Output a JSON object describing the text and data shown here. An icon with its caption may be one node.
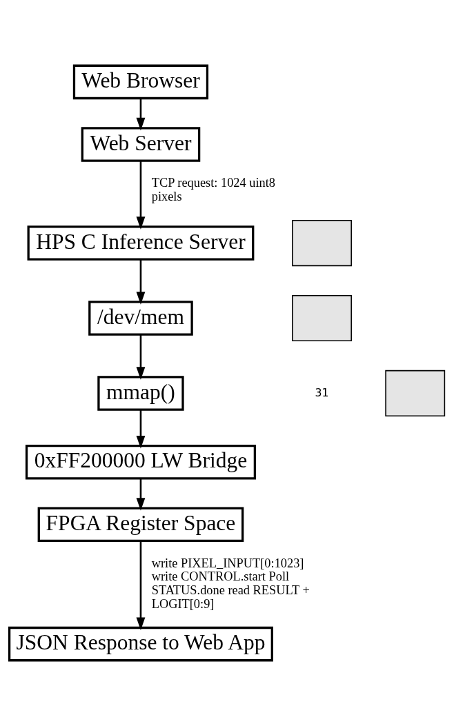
{
  "diagram": {
    "nodes": [
      {
        "text": [
          "Web Browser"
        ]
      },
      {
        "text": [
          "Web Server"
        ]
      },
      {
        "text": [
          "HPS C Inference Server"
        ]
      },
      {
        "text": [
          "/dev/mem"
        ]
      },
      {
        "text": [
          "mmap()"
        ]
      },
      {
        "text": [
          "0xFF200000 LW Bridge"
        ]
      },
      {
        "text": [
          "FPGA Register Space"
        ]
      },
      {
        "text": [
          "JSON Response to Web App"
        ]
      },
      {
        "text": [],
        "shape": "box"
      },
      {
        "text": [],
        "shape": "box"
      },
      {
        "text": [],
        "shape": "box"
      }
    ],
    "edges": [
      {
        "from": 0,
        "to": 1,
        "arrow": "to"
      },
      {
        "from": 1,
        "to": 2,
        "arrow": "to",
        "label": "TCP request: 1024 uint8 pixels"
      },
      {
        "from": 2,
        "to": 3,
        "arrow": "to"
      },
      {
        "from": 3,
        "to": 4,
        "arrow": "to"
      },
      {
        "from": 4,
        "to": 5,
        "arrow": "to"
      },
      {
        "from": 5,
        "to": 6,
        "arrow": "to"
      },
      {
        "from": 6,
        "to": 7,
        "arrow": "to",
        "label": "write PIXEL_INPUT[0:1023] write CONTROL.start Poll STATUS.done read RESULT + LOGIT[0:9]"
      }
    ],
    "labels": [
      "31"
    ]
  }
}
